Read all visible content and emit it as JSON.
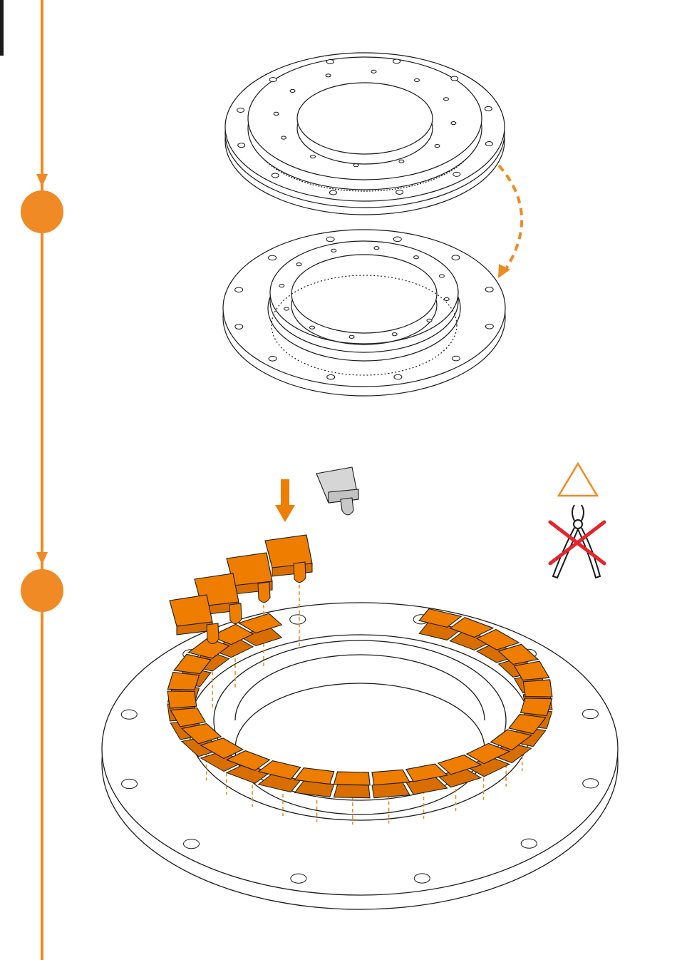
{
  "colors": {
    "accent": "#f08a24",
    "segment": "#ef7d00",
    "segment_dark": "#d96e00",
    "line": "#1a1a1a",
    "warning": "#e8232a",
    "spare_segment": "#cfcfcf"
  },
  "timeline": {
    "steps": [
      {
        "marker": "step-marker-1"
      },
      {
        "marker": "step-marker-2"
      }
    ]
  },
  "step1": {
    "parts": [
      "top-bearing-ring",
      "bottom-bearing-ring"
    ],
    "transfer_arrow": "curved-dashed-arrow"
  },
  "step2": {
    "segment_count": 30,
    "placed_segments": 26,
    "hanging_segments": 4,
    "insert_arrow": "down-arrow-icon",
    "spare_segment": "spacer-segment-icon"
  },
  "warning": {
    "icons": [
      "warning-triangle-icon",
      "pliers-icon",
      "prohibited-cross-icon"
    ]
  }
}
